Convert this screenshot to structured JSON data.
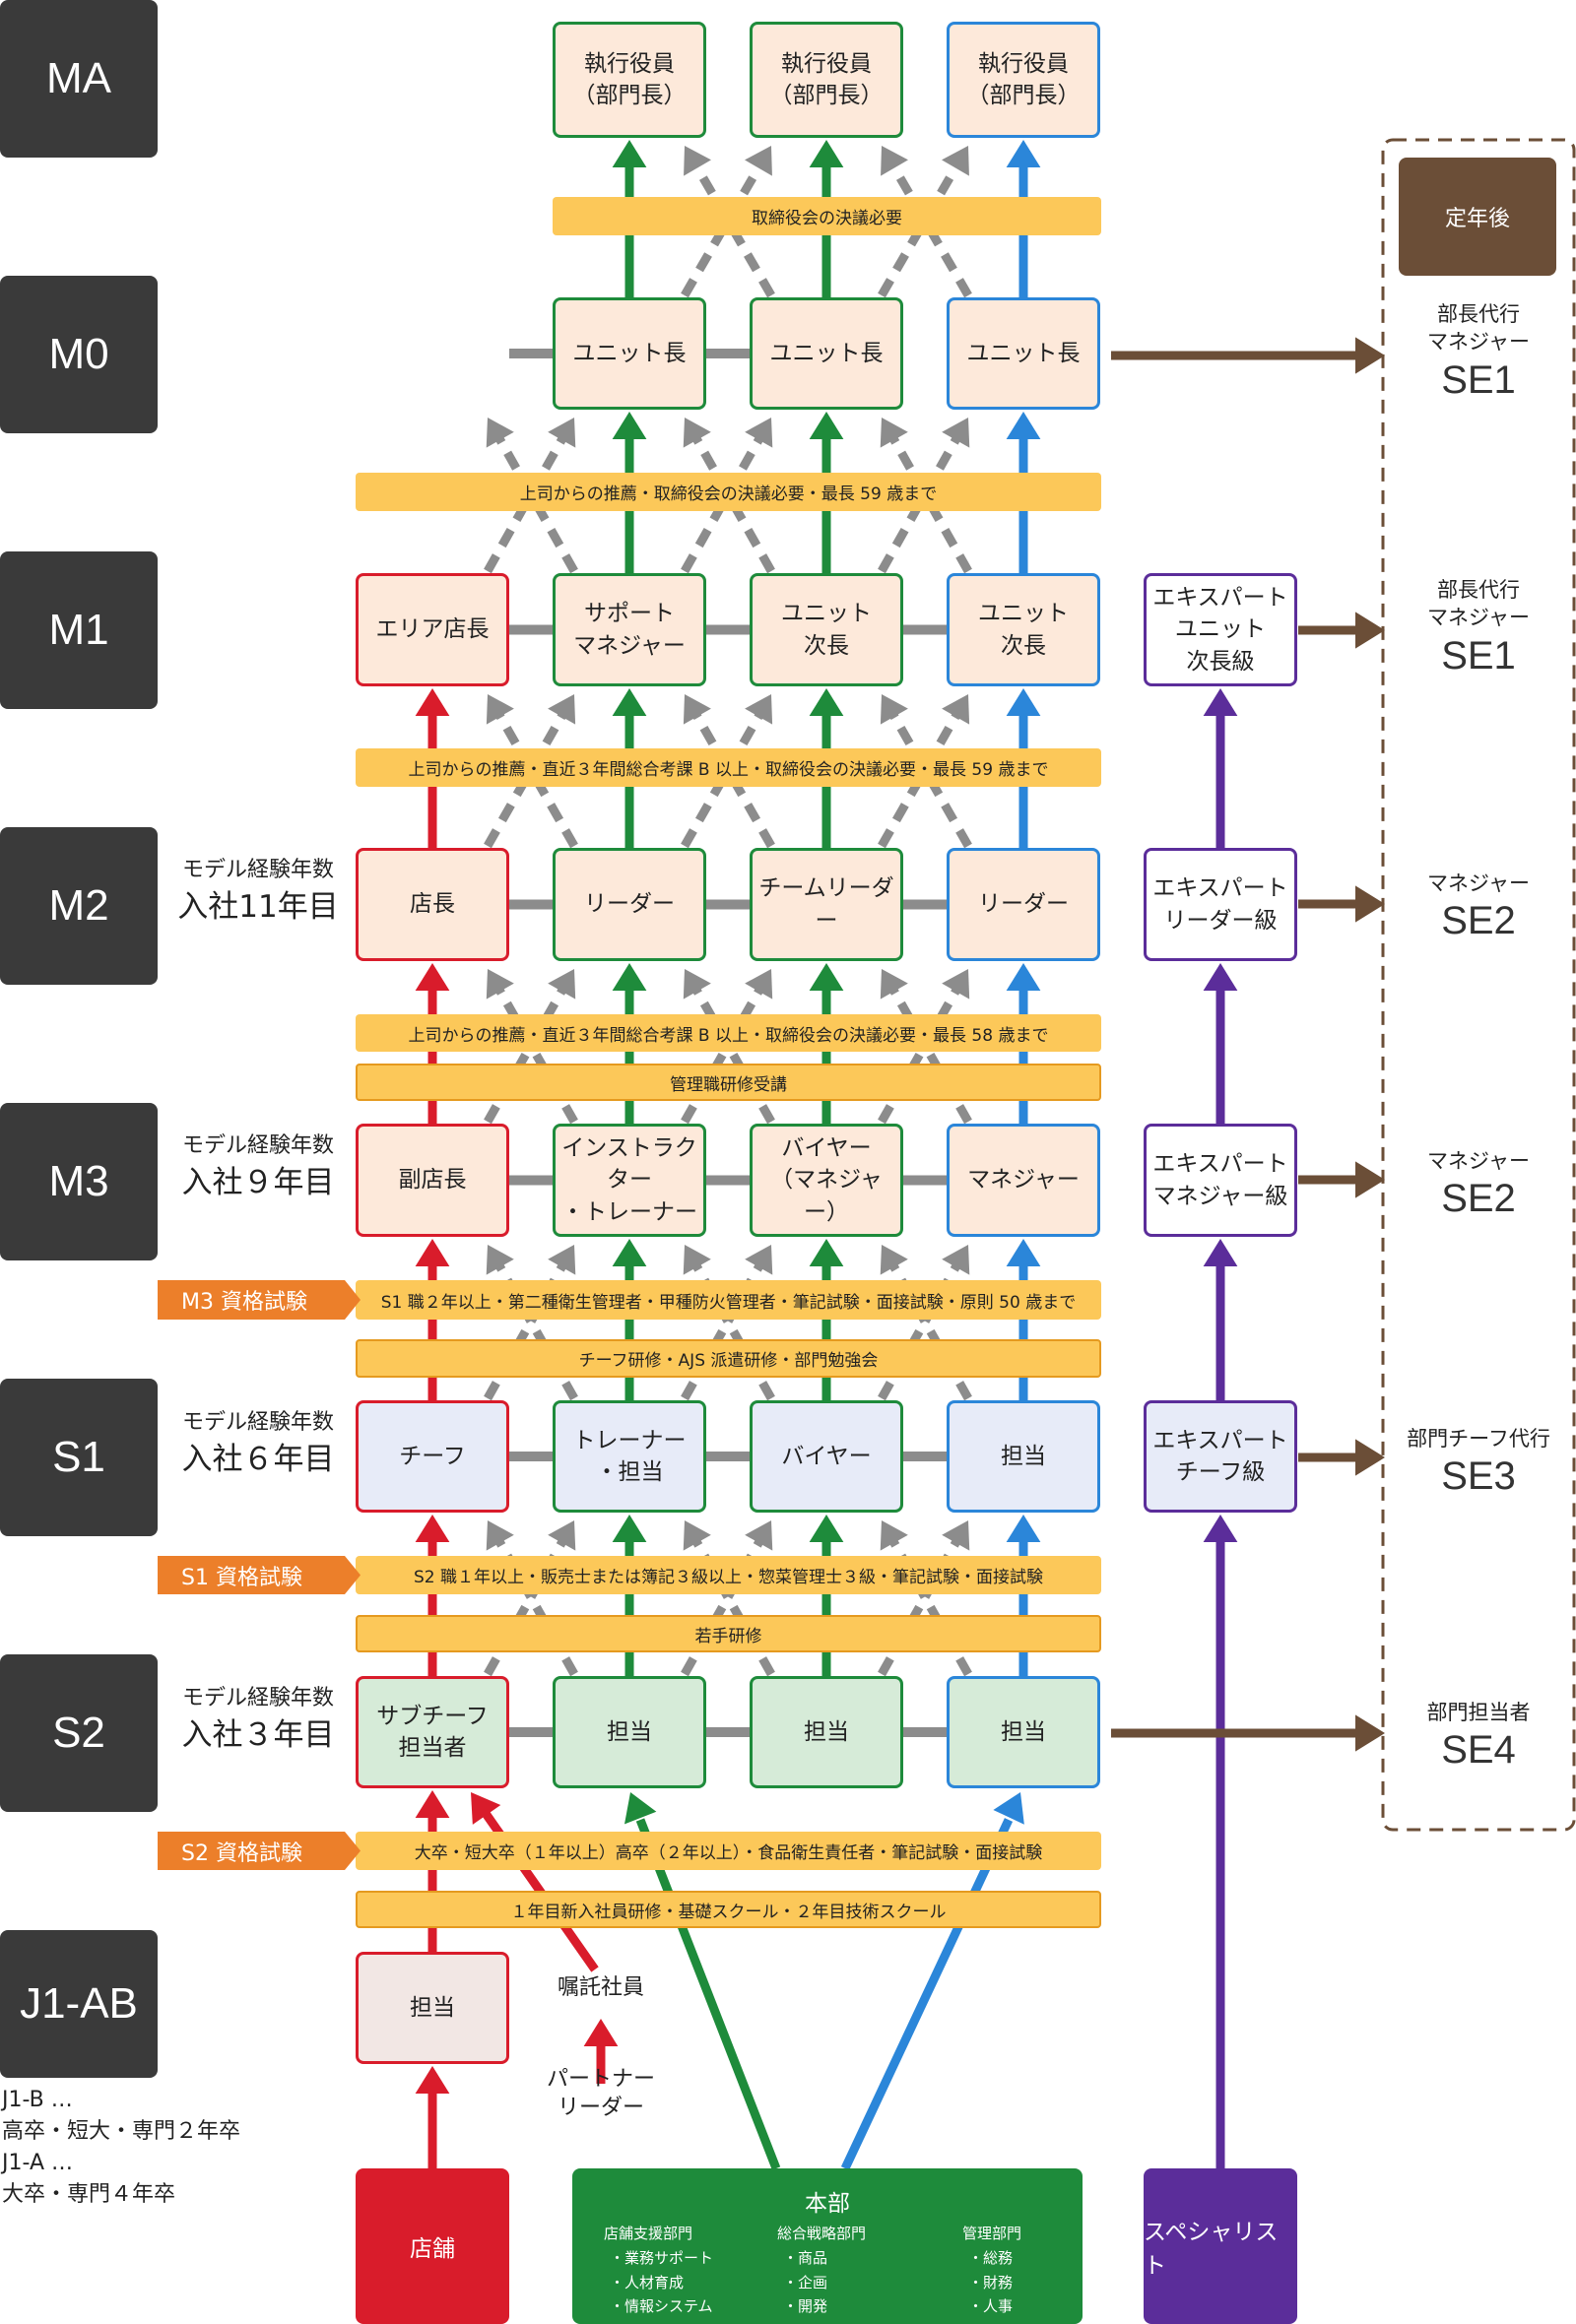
{
  "grades": [
    {
      "label": "MA"
    },
    {
      "label": "M0"
    },
    {
      "label": "M1"
    },
    {
      "label": "M2"
    },
    {
      "label": "M3"
    },
    {
      "label": "S1"
    },
    {
      "label": "S2"
    },
    {
      "label": "J1-AB"
    }
  ],
  "model_years": [
    {
      "label": "モデル経験年数",
      "value": "入社11年目"
    },
    {
      "label": "モデル経験年数",
      "value": "入社９年目"
    },
    {
      "label": "モデル経験年数",
      "value": "入社６年目"
    },
    {
      "label": "モデル経験年数",
      "value": "入社３年目"
    }
  ],
  "rows": {
    "ma": [
      "執行役員\n（部門長）",
      "執行役員\n（部門長）",
      "執行役員\n（部門長）"
    ],
    "m0": [
      "ユニット長",
      "ユニット長",
      "ユニット長"
    ],
    "m1": [
      "エリア店長",
      "サポート\nマネジャー",
      "ユニット\n次長",
      "ユニット\n次長",
      "エキスパート\nユニット\n次長級"
    ],
    "m2": [
      "店長",
      "リーダー",
      "チームリーダー",
      "リーダー",
      "エキスパート\nリーダー級"
    ],
    "m3": [
      "副店長",
      "インストラクター\n・トレーナー",
      "バイヤー\n（マネジャー）",
      "マネジャー",
      "エキスパート\nマネジャー級"
    ],
    "s1": [
      "チーフ",
      "トレーナー\n・担当",
      "バイヤー",
      "担当",
      "エキスパート\nチーフ級"
    ],
    "s2": [
      "サブチーフ\n担当者",
      "担当",
      "担当",
      "担当"
    ],
    "j1": [
      "担当"
    ]
  },
  "bars": {
    "ma": "取締役会の決議必要",
    "m0": "上司からの推薦・取締役会の決議必要・最長 59 歳まで",
    "m1": "上司からの推薦・直近３年間総合考課 B 以上・取締役会の決議必要・最長 59 歳まで",
    "m2": "上司からの推薦・直近３年間総合考課 B 以上・取締役会の決議必要・最長 58 歳まで",
    "m2b": "管理職研修受講",
    "m3": "S1 職２年以上・第二種衛生管理者・甲種防火管理者・筆記試験・面接試験・原則 50 歳まで",
    "m3b": "チーフ研修・AJS 派遣研修・部門勉強会",
    "s1": "S2 職１年以上・販売士または簿記３級以上・惣菜管理士３級・筆記試験・面接試験",
    "s1b": "若手研修",
    "s2": "大卒・短大卒（１年以上）高卒（２年以上）・食品衛生責任者・筆記試験・面接試験",
    "s2b": "１年目新入社員研修・基礎スクール・２年目技術スクール"
  },
  "exams": {
    "m3": "M3 資格試験",
    "s1": "S1 資格試験",
    "s2": "S2 資格試験"
  },
  "retire": {
    "title": "定年後",
    "items": [
      {
        "title": "部長代行\nマネジャー",
        "code": "SE1"
      },
      {
        "title": "部長代行\nマネジャー",
        "code": "SE1"
      },
      {
        "title": "マネジャー",
        "code": "SE2"
      },
      {
        "title": "マネジャー",
        "code": "SE2"
      },
      {
        "title": "部門チーフ代行",
        "code": "SE3"
      },
      {
        "title": "部門担当者",
        "code": "SE4"
      }
    ]
  },
  "entry": {
    "shokutaku": "嘱託社員",
    "partner": "パートナー\nリーダー"
  },
  "notes": [
    "J1-B …",
    "高卒・短大・専門２年卒",
    "J1-A …",
    "大卒・専門４年卒"
  ],
  "sources": {
    "store": "店舗",
    "specialist": "スペシャリスト",
    "hq": {
      "title": "本部",
      "columns": [
        {
          "title": "店舗支援部門",
          "items": [
            "・業務サポート",
            "・人材育成",
            "・情報システム"
          ]
        },
        {
          "title": "総合戦略部門",
          "items": [
            "・商品",
            "・企画",
            "・開発"
          ]
        },
        {
          "title": "管理部門",
          "items": [
            "・総務",
            "・財務",
            "・人事"
          ]
        }
      ]
    }
  },
  "colors": {
    "red": "#d91c2b",
    "green": "#1e8b3b",
    "blue": "#2b86d9",
    "purple": "#5b2d9a",
    "brown": "#6b4e37",
    "bar": "#fcc859",
    "exam": "#ec7f2a",
    "grade": "#3a3a3a",
    "fill_peach": "#fde9da",
    "fill_lav": "#e7ebf8",
    "fill_mint": "#d6ebd8",
    "fill_pink": "#f2e7e4"
  }
}
